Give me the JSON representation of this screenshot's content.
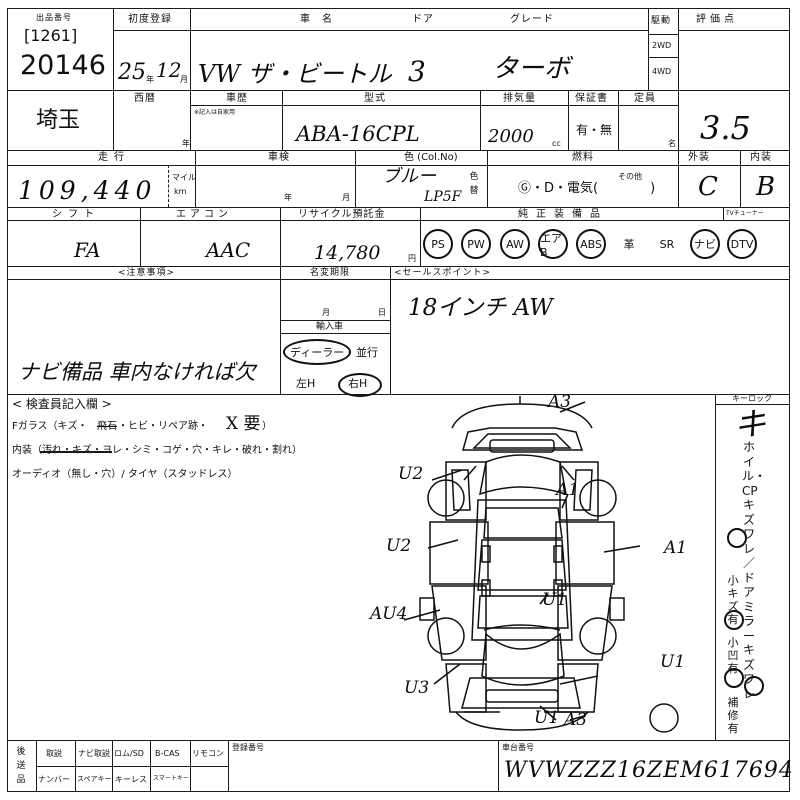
{
  "header": {
    "lot_label": "出品番号",
    "lot_code": "[1261]",
    "lot_number": "20146",
    "first_reg_label": "初度登録",
    "first_reg_value": "25年12月",
    "first_reg_year": "25",
    "first_reg_year_unit": "年",
    "first_reg_month": "12",
    "first_reg_month_unit": "月",
    "model_label": "車　名",
    "model_value": "VW ザ・ビートル",
    "door_label": "ドア",
    "door_value": "3",
    "grade_label": "グレード",
    "grade_value": "ターボ",
    "drive_label": "駆動",
    "drive_2wd": "2WD",
    "drive_4wd": "4WD",
    "score_label": "評価点",
    "score_value": "3.5"
  },
  "row2": {
    "region_value": "埼玉",
    "era_label": "西暦",
    "history_label": "車歴",
    "history_note": "※記入は自家用",
    "year_label": "年",
    "type_label": "型式",
    "type_value": "ABA-16CPL",
    "displacement_label": "排気量",
    "displacement_value": "2000",
    "displacement_unit": "cc",
    "warranty_label": "保証書",
    "warranty_options": "有・無",
    "capacity_label": "定員",
    "capacity_unit": "名"
  },
  "row3": {
    "mileage_label": "走行",
    "mileage_unit_mile": "マイル",
    "mileage_unit_km": "km",
    "mileage_value": "109,440",
    "inspection_label": "車検",
    "inspection_year_unit": "年",
    "inspection_month_unit": "月",
    "color_label": "色 (Col.No)",
    "color_value": "ブルー",
    "color_code": "LP5F",
    "color_change_label": "色替",
    "fuel_label": "燃料",
    "fuel_options": "Ⓖ・D・電気(　　　　)",
    "fuel_other": "その他",
    "exterior_label": "外装",
    "interior_label": "内装",
    "exterior_value": "C",
    "interior_value": "B"
  },
  "row4": {
    "shift_label": "シフト",
    "shift_value": "FA",
    "aircon_label": "エアコン",
    "aircon_value": "AAC",
    "recycle_label": "リサイクル預託金",
    "recycle_value": "14,780",
    "recycle_unit": "円",
    "equipment_label": "純正装備品",
    "tuner_label": "TVチューナー",
    "equipment": [
      {
        "label": "PS",
        "circled": true
      },
      {
        "label": "PW",
        "circled": true
      },
      {
        "label": "AW",
        "circled": true
      },
      {
        "label": "エアB",
        "circled": true
      },
      {
        "label": "ABS",
        "circled": true
      },
      {
        "label": "革",
        "circled": false
      },
      {
        "label": "SR",
        "circled": false
      },
      {
        "label": "ナビ",
        "circled": true
      },
      {
        "label": "DTV",
        "circled": true
      }
    ]
  },
  "notes": {
    "caution_label": "<注意事項>",
    "caution_text": "ナビ備品 車内なければ欠",
    "name_change_label": "名変期限",
    "month_label": "月",
    "day_label": "日",
    "import_label": "輸入車",
    "dealer_label": "ディーラー",
    "parallel_label": "並行",
    "left_h_label": "左H",
    "right_h_label": "右H",
    "sales_point_label": "<セールスポイント>",
    "sales_point_text": "18インチ AW"
  },
  "inspector": {
    "title": "< 検査員記入欄 >",
    "line1_prefix": "Fガラス（キズ・",
    "line1_struck": "飛石",
    "line1_suffix": "・ヒビ・リペア跡・",
    "line1_mark": "X 要",
    "line1_end": "）",
    "line2": "内装（汚れ・キズ・ヨレ・シミ・コゲ・穴・キレ・破れ・割れ）",
    "line3": "オーディオ（無し・穴）/ タイヤ（スタッドレス）",
    "keylock_label": "キーロック",
    "keylock_value": "キ",
    "side_notes": "ホイル・CPキズワレ／ドアミラーキズワレ",
    "side_small_1": "小キズ有",
    "side_small_2": "小凹有",
    "side_repair": "補修有"
  },
  "damage": [
    {
      "code": "A3"
    },
    {
      "code": "U2"
    },
    {
      "code": "A1"
    },
    {
      "code": "U2"
    },
    {
      "code": "A1"
    },
    {
      "code": "U1"
    },
    {
      "code": "AU4"
    },
    {
      "code": "U1"
    },
    {
      "code": "U3"
    },
    {
      "code": "U1"
    },
    {
      "code": "A3"
    }
  ],
  "footer": {
    "misc_label": "後送品",
    "manual_label": "取説",
    "nav_manual_label": "ナビ取説",
    "rom_label": "ロム/SD",
    "bcas_label": "B-CAS",
    "remote_label": "リモコン",
    "number_label": "ナンバー",
    "spare_key_label": "スペアキー",
    "keyless_label": "キーレス",
    "smart_key_label": "スマートキー",
    "reg_number_label": "登録番号",
    "chassis_label": "車台番号",
    "chassis_value": "WVWZZZ16ZEM617694"
  }
}
